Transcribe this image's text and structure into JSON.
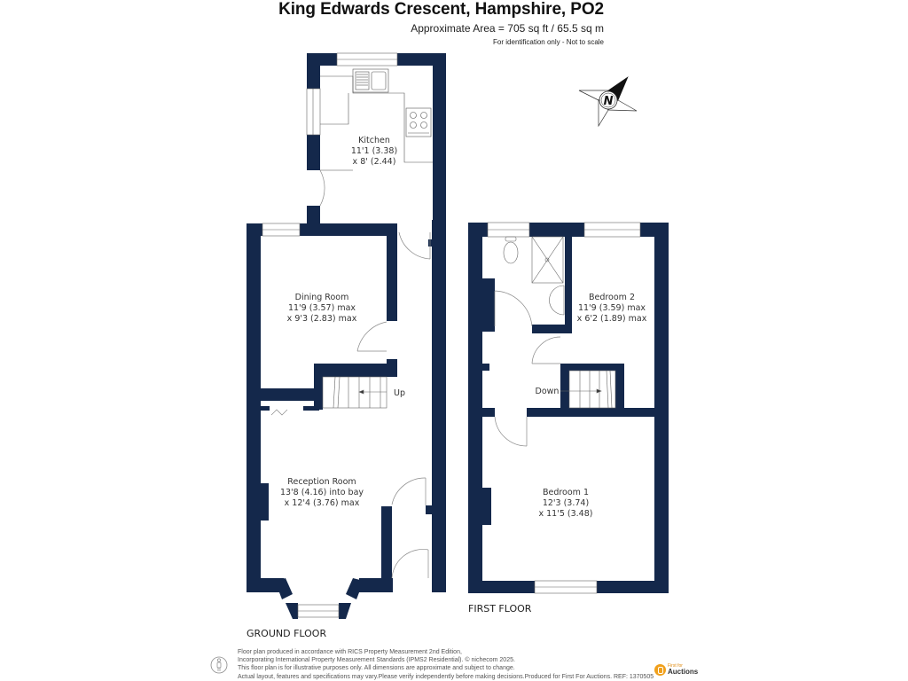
{
  "header": {
    "title": "King Edwards Crescent, Hampshire, PO2",
    "area": "Approximate Area = 705 sq ft / 65.5 sq m",
    "note": "For identification only - Not to scale"
  },
  "compass": {
    "icon": "north-arrow-compass-icon",
    "label": "N"
  },
  "colors": {
    "wall": "#14284b",
    "text": "#333333",
    "accent": "#f0a01c"
  },
  "floors": [
    {
      "label": "GROUND FLOOR",
      "rooms": [
        {
          "name": "Kitchen",
          "dim1": "11'1 (3.38)",
          "dim2": "x 8' (2.44)"
        },
        {
          "name": "Dining Room",
          "dim1": "11'9 (3.57) max",
          "dim2": "x 9'3 (2.83) max"
        },
        {
          "name": "Reception Room",
          "dim1": "13'8 (4.16) into bay",
          "dim2": "x 12'4 (3.76) max"
        }
      ],
      "stairs_label": "Up"
    },
    {
      "label": "FIRST FLOOR",
      "rooms": [
        {
          "name": "Bedroom 2",
          "dim1": "11'9 (3.59) max",
          "dim2": "x 6'2 (1.89) max"
        },
        {
          "name": "Bedroom 1",
          "dim1": "12'3 (3.74)",
          "dim2": "x 11'5 (3.48)"
        }
      ],
      "stairs_label": "Down"
    }
  ],
  "footer": {
    "lines": [
      "Floor plan produced in accordance with RICS Property Measurement 2nd Edition,",
      "Incorporating International Property Measurement Standards (IPMS2 Residential).  © nichecom 2025.",
      "This floor plan is for illustrative purposes only. All dimensions are approximate and subject to change.",
      "Actual layout, features and specifications may vary.Please verify independently before making decisions.Produced for First For Auctions.    REF:  1370505"
    ],
    "brand_top": "First for",
    "brand_bottom": "Auctions"
  }
}
